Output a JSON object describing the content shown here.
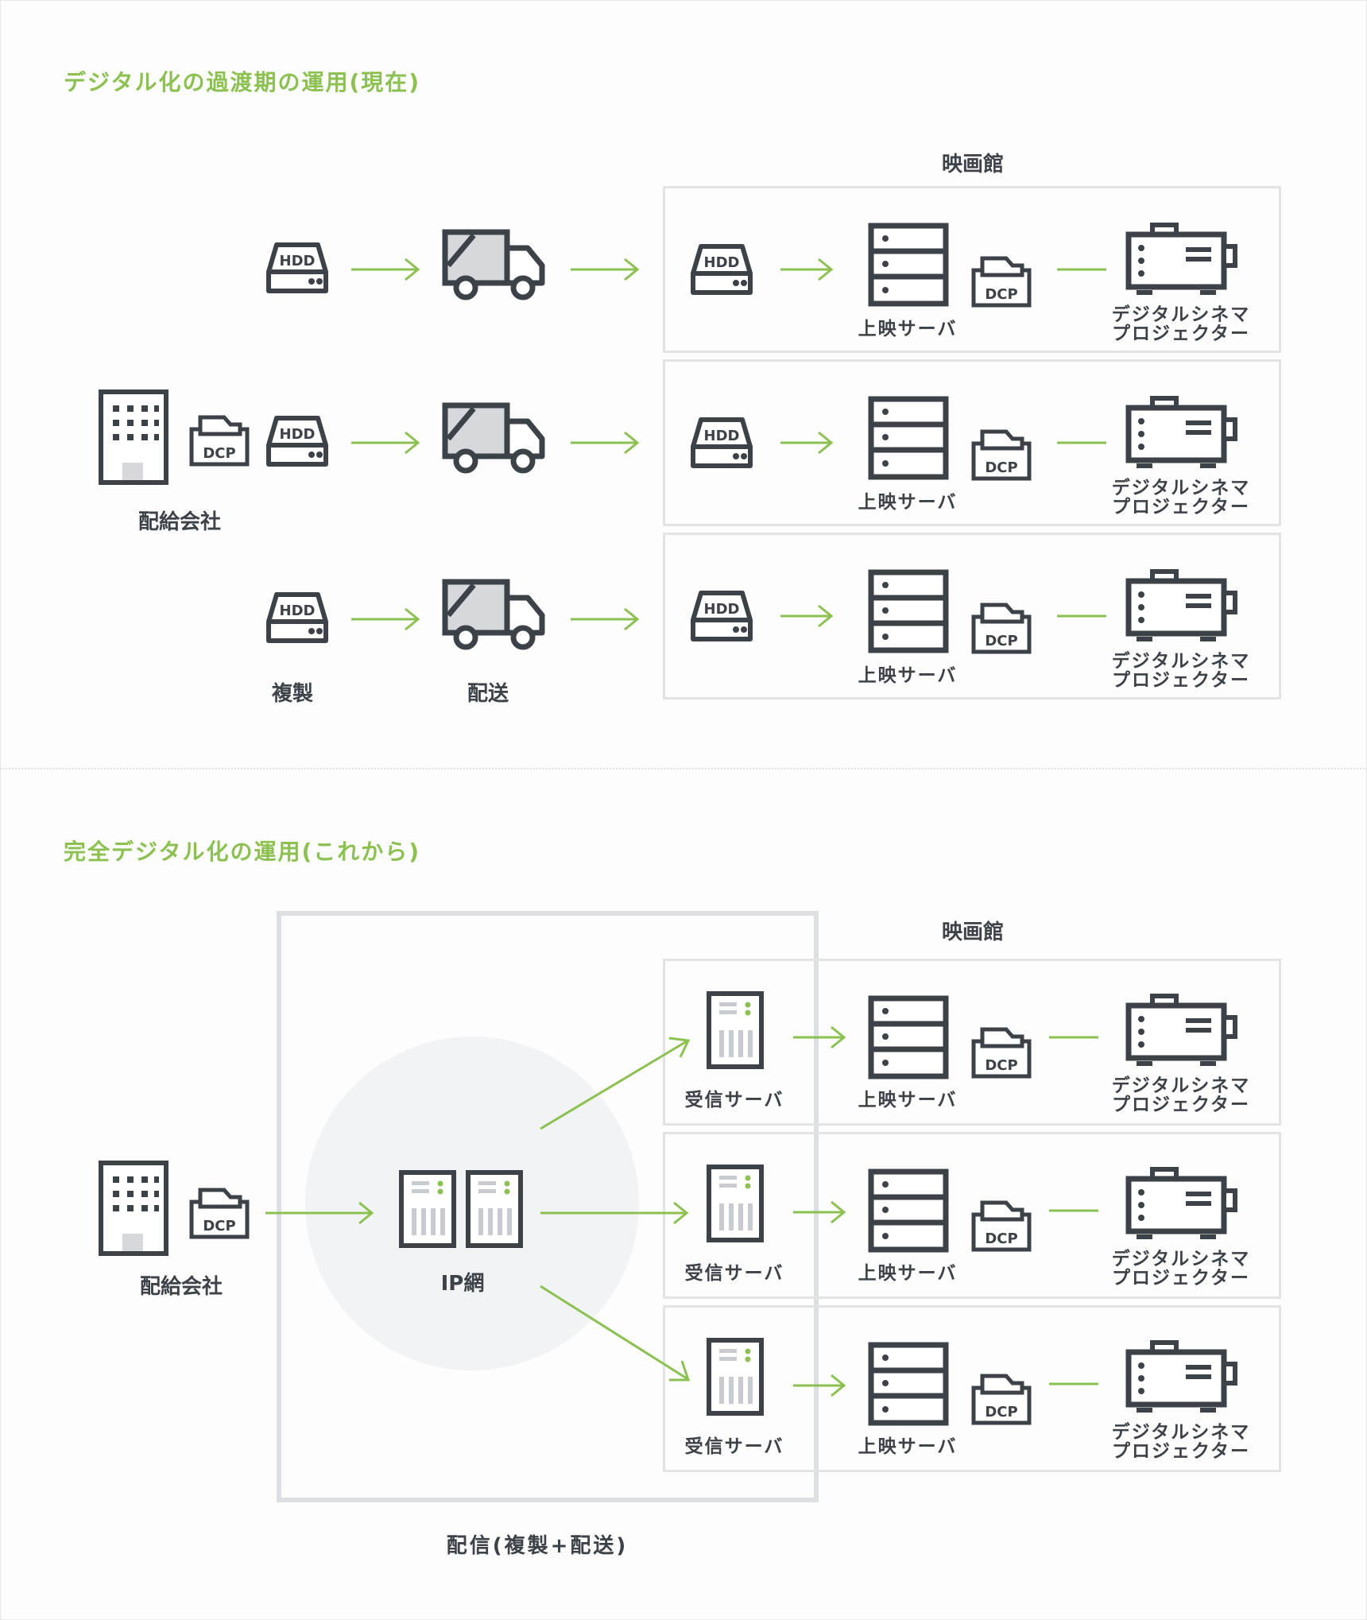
{
  "current": {
    "title": "デジタル化の過渡期の運用(現在)",
    "theater_label": "映画館",
    "distributor_label": "配給会社",
    "dcp_label": "DCP",
    "hdd_label": "HDD",
    "duplicate_label": "複製",
    "delivery_label": "配送",
    "screen_server_label": "上映サーバ",
    "projector_line1": "デジタルシネマ",
    "projector_line2": "プロジェクター"
  },
  "future": {
    "title": "完全デジタル化の運用(これから)",
    "theater_label": "映画館",
    "distributor_label": "配給会社",
    "dcp_label": "DCP",
    "ip_label": "IP網",
    "receive_server_label": "受信サーバ",
    "screen_server_label": "上映サーバ",
    "projector_line1": "デジタルシネマ",
    "projector_line2": "プロジェクター",
    "bottom_caption": "配信(複製+配送)"
  },
  "colors": {
    "accent": "#8cc152",
    "icon": "#3d4248",
    "box_border": "#e1e3e5",
    "cloud": "#f2f3f5"
  }
}
